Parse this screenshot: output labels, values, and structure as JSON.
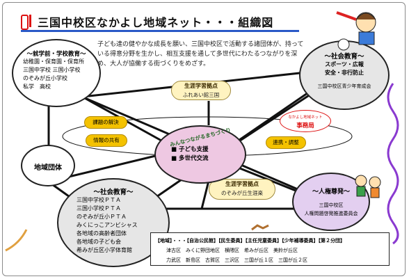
{
  "title": "三国中校区なかよし地域ネット・・・組織図",
  "intro": "子ども達の健やかな成長を願い、三国中校区で活動する諸団体が、持っている得意分野を生かし、相互支援を通して多世代にわたるつながりを深め、大人が協働する街づくりをめざす。",
  "school": {
    "title": "〜就学前・学校教育〜",
    "items": [
      "幼稚園・保育園・保育所",
      "三国中学校 三国小学校",
      "のぞみが丘小学校",
      "私学　高校"
    ]
  },
  "sports": {
    "title": "〜社会教育〜",
    "items": [
      "スポーツ・広報",
      "安全・非行防止"
    ],
    "org": "三国中校区青少年育成会"
  },
  "region": {
    "label": "地域団体"
  },
  "social": {
    "title": "〜社会教育〜",
    "items": [
      "三国中学校ＰＴＡ",
      "三国小学校ＰＴＡ",
      "のぞみが丘小ＰＴＡ",
      "みくにっこアンビシャス",
      "各地域の高齢者団体",
      "各地域の子ども会",
      "希みが丘区小学体育館"
    ]
  },
  "human": {
    "title": "〜人権尊発〜",
    "items": [
      "三国中校区",
      "人権問題啓発推進委員会"
    ]
  },
  "center": {
    "catch": "みんなつながるまちづくり",
    "items": [
      "■ 子ども支援",
      "■ 多世代交流"
    ]
  },
  "base_top": {
    "title": "生涯学習拠点",
    "name": "ふれあい館三国"
  },
  "base_bottom": {
    "title": "生涯学習拠点",
    "name": "のぞみが丘生涯楽"
  },
  "pills": {
    "a": "課題の解決",
    "b": "情報の共有",
    "c": "連携・調整"
  },
  "office": {
    "small": "なかよし地域ネット",
    "main": "事務局"
  },
  "info": {
    "row1": "【地域】・・・【自治公民館】【民生委員】【主任児童委員】【少年補導委員】【第２分団】",
    "row2": "津古区　みくに野団地区　横隈区　希みが丘区　美鈴が丘区",
    "row3": "力武区　新島区　古賀区　三沢区　三国が丘１区　三国が丘２区"
  },
  "colors": {
    "title_rule": "#2a59c7",
    "pill": "#f4c200",
    "center": "#eec8e2",
    "human": "#e3cff0"
  }
}
